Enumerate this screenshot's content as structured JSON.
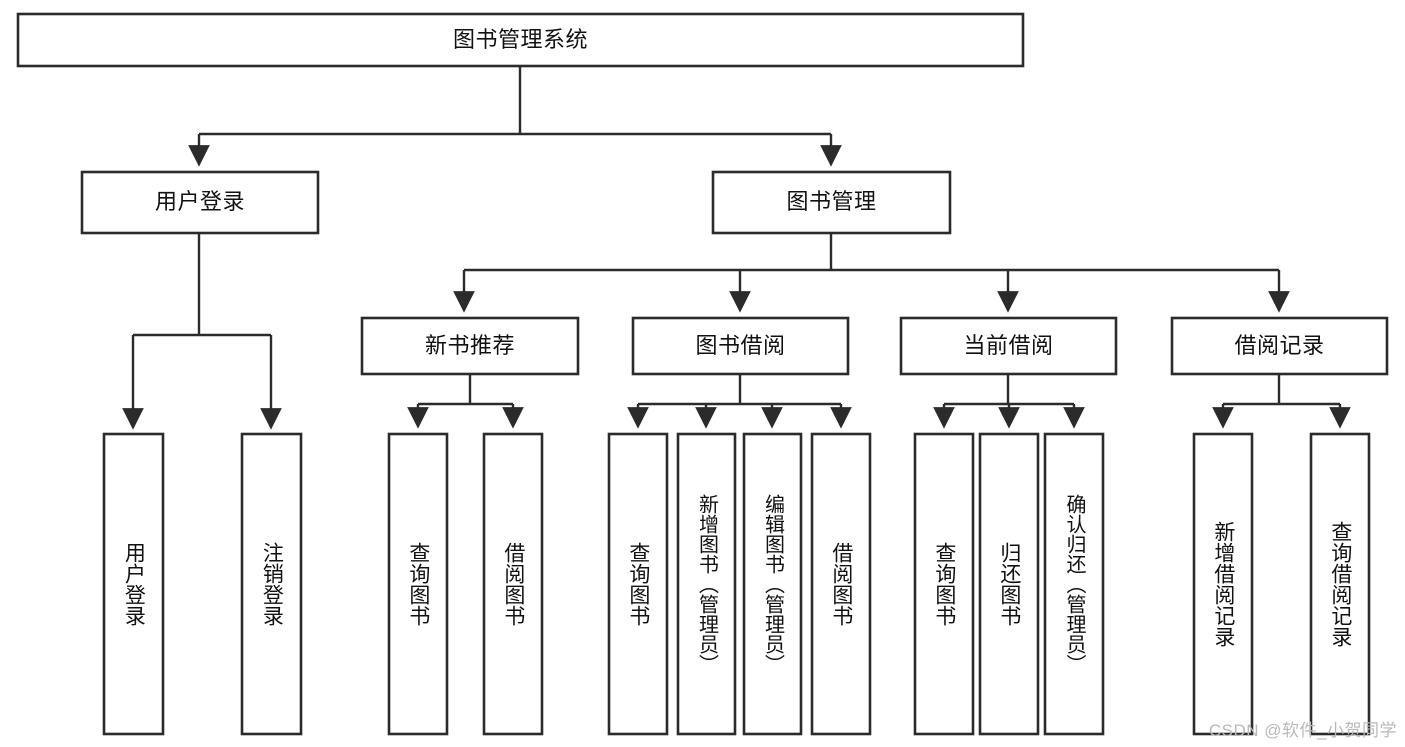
{
  "diagram": {
    "title": "图书管理系统",
    "type": "tree-hierarchy",
    "colors": {
      "box_stroke": "#2b2b2b",
      "box_fill": "#ffffff",
      "connector": "#2b2b2b",
      "text": "#111111",
      "watermark": "#b9b9b9",
      "background": "#ffffff"
    },
    "root": {
      "label": "图书管理系统"
    },
    "level2": [
      {
        "label": "用户登录"
      },
      {
        "label": "图书管理"
      }
    ],
    "level3": [
      {
        "label": "新书推荐"
      },
      {
        "label": "图书借阅"
      },
      {
        "label": "当前借阅"
      },
      {
        "label": "借阅记录"
      }
    ],
    "leaves": {
      "user_login": [
        {
          "label": "用户登录"
        },
        {
          "label": "注销登录"
        }
      ],
      "new_book_recommend": [
        {
          "label": "查询图书"
        },
        {
          "label": "借阅图书"
        }
      ],
      "book_borrow": [
        {
          "label": "查询图书"
        },
        {
          "label": "新增图书（管理员）"
        },
        {
          "label": "编辑图书（管理员）"
        },
        {
          "label": "借阅图书"
        }
      ],
      "current_borrow": [
        {
          "label": "查询图书"
        },
        {
          "label": "归还图书"
        },
        {
          "label": "确认归还（管理员）"
        }
      ],
      "borrow_record": [
        {
          "label": "新增借阅记录"
        },
        {
          "label": "查询借阅记录"
        }
      ]
    },
    "watermark": "CSDN @软件_小贺同学"
  }
}
